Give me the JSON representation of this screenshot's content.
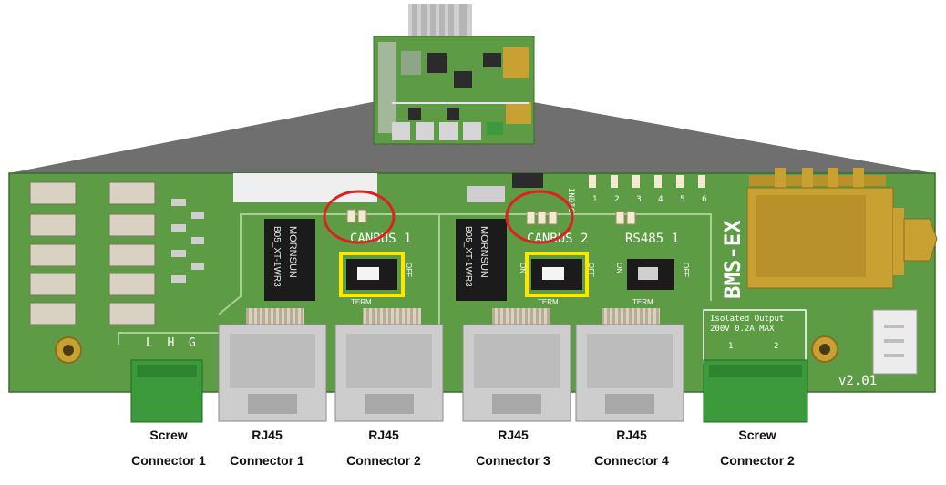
{
  "board": {
    "labels": {
      "canbus1": "CANBUS 1",
      "canbus2": "CANBUS 2",
      "rs485": "RS485 1",
      "term": "TERM",
      "on": "ON",
      "off": "OFF",
      "product": "BMS-EX",
      "version": "v2.01",
      "lhg": "L  H  G",
      "indic": "INDIC",
      "relay_title": "Isolated Output",
      "relay_rating": "200V 0.2A MAX",
      "module_text": "MORNSUN",
      "module_part": "B05_XT-1WR3",
      "led_numbers": [
        "1",
        "2",
        "3",
        "4",
        "5",
        "6"
      ],
      "relay_channels": [
        "1",
        "2"
      ]
    }
  },
  "connectors": [
    {
      "type": "Screw",
      "name": "Connector 1"
    },
    {
      "type": "RJ45",
      "name": "Connector 1"
    },
    {
      "type": "RJ45",
      "name": "Connector 2"
    },
    {
      "type": "RJ45",
      "name": "Connector 3"
    },
    {
      "type": "RJ45",
      "name": "Connector 4"
    },
    {
      "type": "Screw",
      "name": "Connector 2"
    }
  ],
  "colors": {
    "pcb_green": "#5d9b45",
    "pcb_dark": "#4c8738",
    "highlight_red": "#e02020",
    "highlight_yellow": "#ffe600",
    "zoom_gray": "#6f6f6f",
    "terminal_green": "#3c9a3c",
    "brass": "#c9a032"
  }
}
